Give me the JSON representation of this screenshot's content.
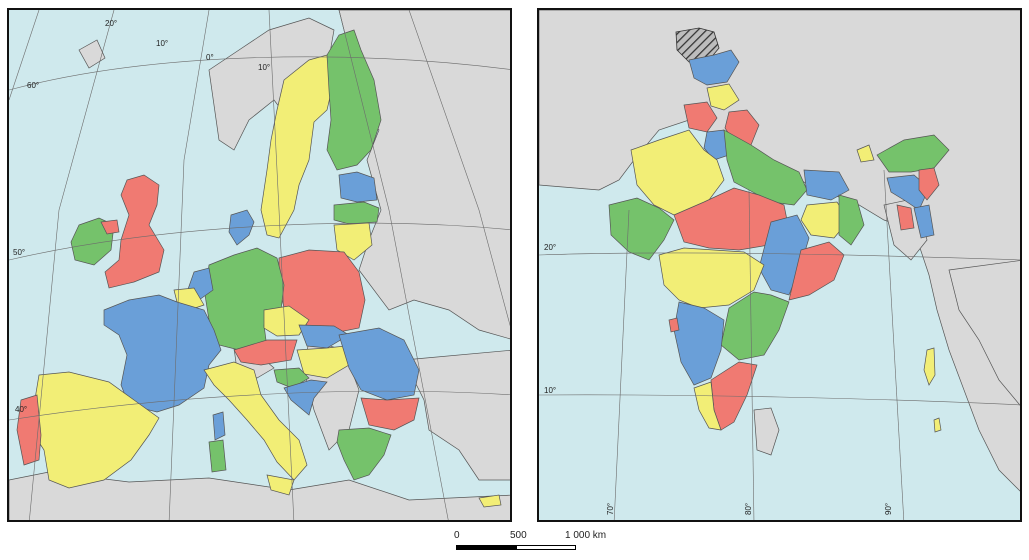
{
  "colors": {
    "sea": "#cfe9ed",
    "other_land": "#d9d9d9",
    "border": "#555555",
    "graticule": "#6c6c6c",
    "blue": "#6a9fd8",
    "green": "#75c26b",
    "red": "#f07a72",
    "yellow": "#f2ee76",
    "disputed": "#888888"
  },
  "europe": {
    "graticule_labels": {
      "lon_20w": "20°",
      "lon_10w": "10°",
      "lon_0": "0°",
      "lon_10e": "10°",
      "lat_60": "60°",
      "lat_50": "50°",
      "lat_40": "40°"
    }
  },
  "india": {
    "graticule_labels": {
      "lat_20": "20°",
      "lat_10": "10°",
      "lon_70": "70°",
      "lon_80": "80°",
      "lon_90": "90°"
    }
  },
  "scale_bar": {
    "tick_0": "0",
    "tick_500": "500",
    "tick_1000": "1 000 km"
  }
}
